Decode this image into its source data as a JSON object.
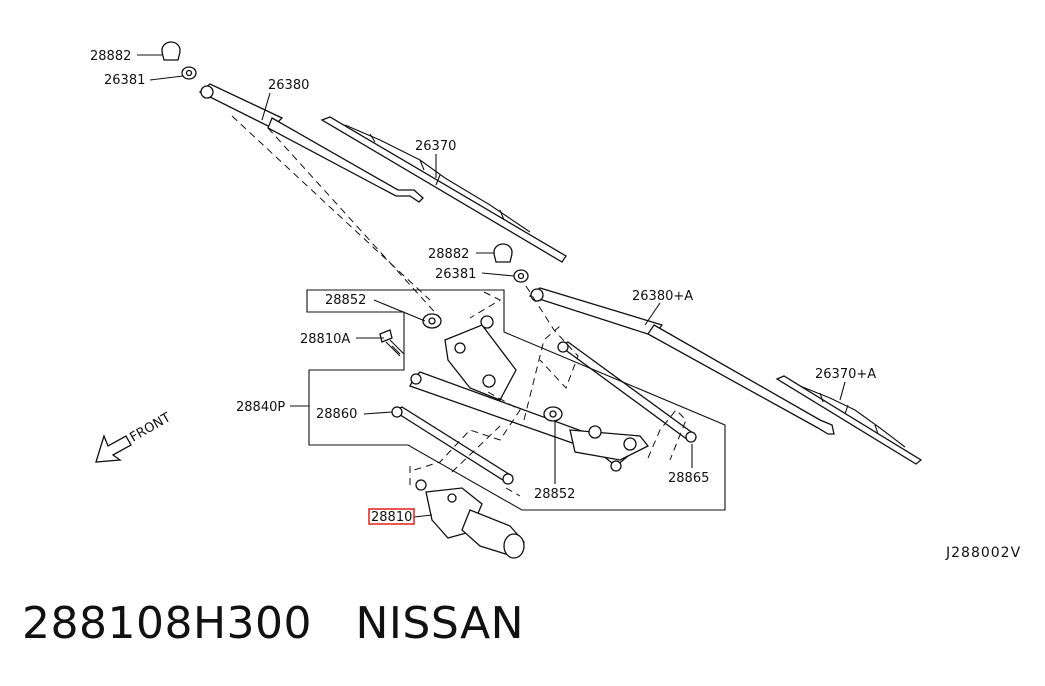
{
  "callouts": {
    "c28882_top": "28882",
    "c26381_top": "26381",
    "c26380": "26380",
    "c26370": "26370",
    "c28882_mid": "28882",
    "c26381_mid": "26381",
    "c26380a": "26380+A",
    "c26370a": "26370+A",
    "c28852_top": "28852",
    "c28810a": "28810A",
    "c28840p": "28840P",
    "c28860": "28860",
    "c28852_bot": "28852",
    "c28865": "28865",
    "c28810": "28810"
  },
  "front_label": "FRONT",
  "diagram_code": "J288002V",
  "caption": {
    "part_number": "288108H300",
    "brand": "NISSAN"
  },
  "colors": {
    "highlight": "#e0201c",
    "line": "#111111"
  }
}
